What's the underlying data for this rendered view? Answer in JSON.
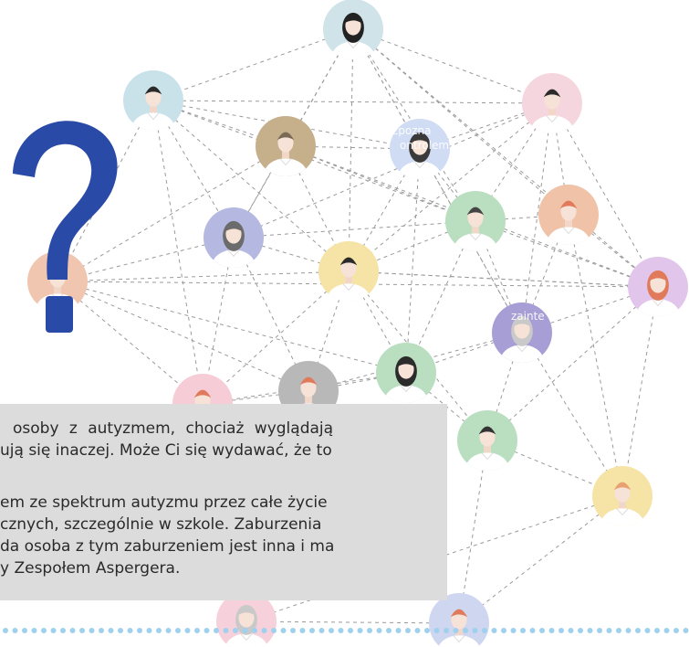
{
  "people": [
    {
      "id": "top",
      "bg": "#cfe3e8",
      "hair": "#222222",
      "gender": "f"
    },
    {
      "id": "left-upper",
      "bg": "#c9e2ea",
      "hair": "#2a2a2a",
      "gender": "m"
    },
    {
      "id": "right-upper",
      "bg": "#f6d6de",
      "hair": "#2c2c2c",
      "gender": "m"
    },
    {
      "id": "brown",
      "bg": "#c6b08c",
      "hair": "#7a6a55",
      "gender": "m"
    },
    {
      "id": "blue-center",
      "bg": "#cfdcf3",
      "hair": "#3a3a3a",
      "gender": "f"
    },
    {
      "id": "purple-left",
      "bg": "#b5b8e0",
      "hair": "#6b6b6b",
      "gender": "f"
    },
    {
      "id": "green-mid",
      "bg": "#b9dfc0",
      "hair": "#454545",
      "gender": "m"
    },
    {
      "id": "peach-right",
      "bg": "#f0c2a8",
      "hair": "#e07a5a",
      "gender": "m"
    },
    {
      "id": "yellow-center",
      "bg": "#f6e3a6",
      "hair": "#2b2b2b",
      "gender": "m"
    },
    {
      "id": "peach-left",
      "bg": "#f0c6b0",
      "hair": "#e08a70",
      "gender": "m"
    },
    {
      "id": "purple-far-right",
      "bg": "#e2c5ea",
      "hair": "#e07a5a",
      "gender": "f"
    },
    {
      "id": "purple-mid",
      "bg": "#a79ed6",
      "hair": "#c9c9c9",
      "gender": "f"
    },
    {
      "id": "pink-low",
      "bg": "#f6cdd6",
      "hair": "#e07a5a",
      "gender": "m"
    },
    {
      "id": "grey-low",
      "bg": "#b8b8b8",
      "hair": "#e07a5a",
      "gender": "m"
    },
    {
      "id": "green-low",
      "bg": "#b9dfc0",
      "hair": "#2b2b2b",
      "gender": "f"
    },
    {
      "id": "green-right",
      "bg": "#b9dfc0",
      "hair": "#333333",
      "gender": "m"
    },
    {
      "id": "yellow-right",
      "bg": "#f6e3a6",
      "hair": "#e8a070",
      "gender": "m"
    },
    {
      "id": "pink-bottom",
      "bg": "#f6d0da",
      "hair": "#c9c9c9",
      "gender": "f"
    },
    {
      "id": "blue-bottom",
      "bg": "#cfd6f0",
      "hair": "#e07a5a",
      "gender": "m"
    }
  ],
  "colors": {
    "question_mark": "#2a4aa8",
    "line": "#9a9a9a",
    "dots": "#9fd1ee",
    "text_box_bg": "#dcdcdc",
    "text": "#2a2a2a"
  },
  "ghost_labels": {
    "blue_center_l1": "zpozna",
    "blue_center_l2": "ontrolem",
    "purple_mid": "zainte"
  },
  "text": {
    "line1": "osoby z autyzmem, chociaż wyglądają",
    "line2": "ują się inaczej. Może Ci się wydawać, że to",
    "line3": "em ze spektrum autyzmu przez całe życie",
    "line4": "cznych, szczególnie w szkole. Zaburzenia",
    "line5": "da osoba z tym zaburzeniem jest inna i ma",
    "line6": "y Zespołem Aspergera."
  }
}
